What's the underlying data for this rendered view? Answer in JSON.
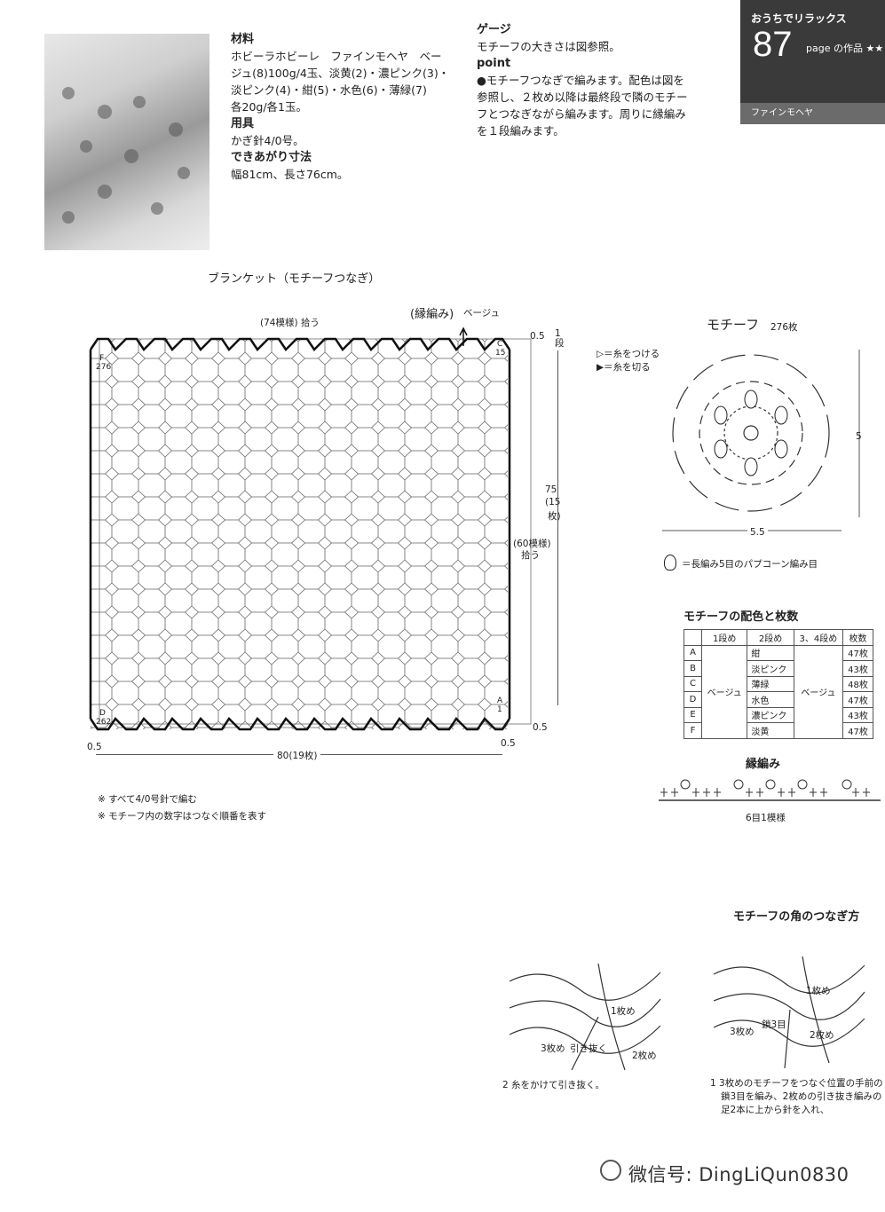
{
  "header": {
    "series": "おうちでリラックス",
    "number": "87",
    "page_label": "page の作品 ★★",
    "yarn": "ファインモヘヤ"
  },
  "materials": {
    "title": "材料",
    "text": [
      "ホビーラホビーレ　ファインモヘヤ　ベー",
      "ジュ(8)100g/4玉、淡黄(2)・濃ピンク(3)・",
      "淡ピンク(4)・紺(5)・水色(6)・薄緑(7)",
      "各20g/各1玉。"
    ],
    "tools_title": "用具",
    "tools": "かぎ針4/0号。",
    "size_title": "できあがり寸法",
    "size": "幅81cm、長さ76cm。"
  },
  "gauge": {
    "title": "ゲージ",
    "text": "モチーフの大きさは図参照。",
    "point_title": "point",
    "point": [
      "●モチーフつなぎで編みます。配色は図を",
      "参照し、２枚め以降は最終段で隣のモチー",
      "フとつなぎながら編みます。周りに縁編み",
      "を１段編みます。"
    ]
  },
  "blanket": {
    "title": "ブランケット（モチーフつなぎ）",
    "edge_label": "(縁編み)",
    "edge_color": "ベージュ",
    "top_pick": "(74模様) 拾う",
    "side_pick": "(60模様)",
    "side_pick2": "拾う",
    "height": "75",
    "height2": "(15",
    "height3": "枚)",
    "width": "80(19枚)",
    "margin": "0.5",
    "row": "1",
    "row2": "段",
    "notes": [
      "※ すべて4/0号針で編む",
      "※ モチーフ内の数字はつなぐ順番を表す"
    ]
  },
  "motif": {
    "title": "モチーフ",
    "count": "276枚",
    "attach": "▷＝糸をつける",
    "cut": "▶＝糸を切る",
    "dim_h": "5",
    "dim_w": "5.5",
    "popcorn": "＝長編み5目のパプコーン編み目"
  },
  "colortable": {
    "title": "モチーフの配色と枚数",
    "headers": [
      "",
      "1段め",
      "2段め",
      "3、4段め",
      "枚数"
    ],
    "beige": "ベージュ",
    "rows": [
      [
        "A",
        "紺",
        "47枚"
      ],
      [
        "B",
        "淡ピンク",
        "43枚"
      ],
      [
        "C",
        "薄緑",
        "48枚"
      ],
      [
        "D",
        "水色",
        "47枚"
      ],
      [
        "E",
        "濃ピンク",
        "43枚"
      ],
      [
        "F",
        "淡黄",
        "47枚"
      ]
    ]
  },
  "border": {
    "title": "縁編み",
    "repeat": "6目1模様"
  },
  "corner": {
    "title": "モチーフの角のつなぎ方",
    "step2": "2 糸をかけて引き抜く。",
    "step2_labels": [
      "3枚め",
      "引き抜く",
      "1枚め",
      "2枚め"
    ],
    "step1": [
      "1  3枚めのモチーフをつなぐ位置の手前の",
      "鎖3目を編み、2枚めの引き抜き編みの",
      "足2本に上から針を入れ、"
    ],
    "step1_labels": [
      "3枚め",
      "鎖3目",
      "1枚め",
      "2枚め"
    ]
  },
  "watermark": "微信号: DingLiQun0830"
}
